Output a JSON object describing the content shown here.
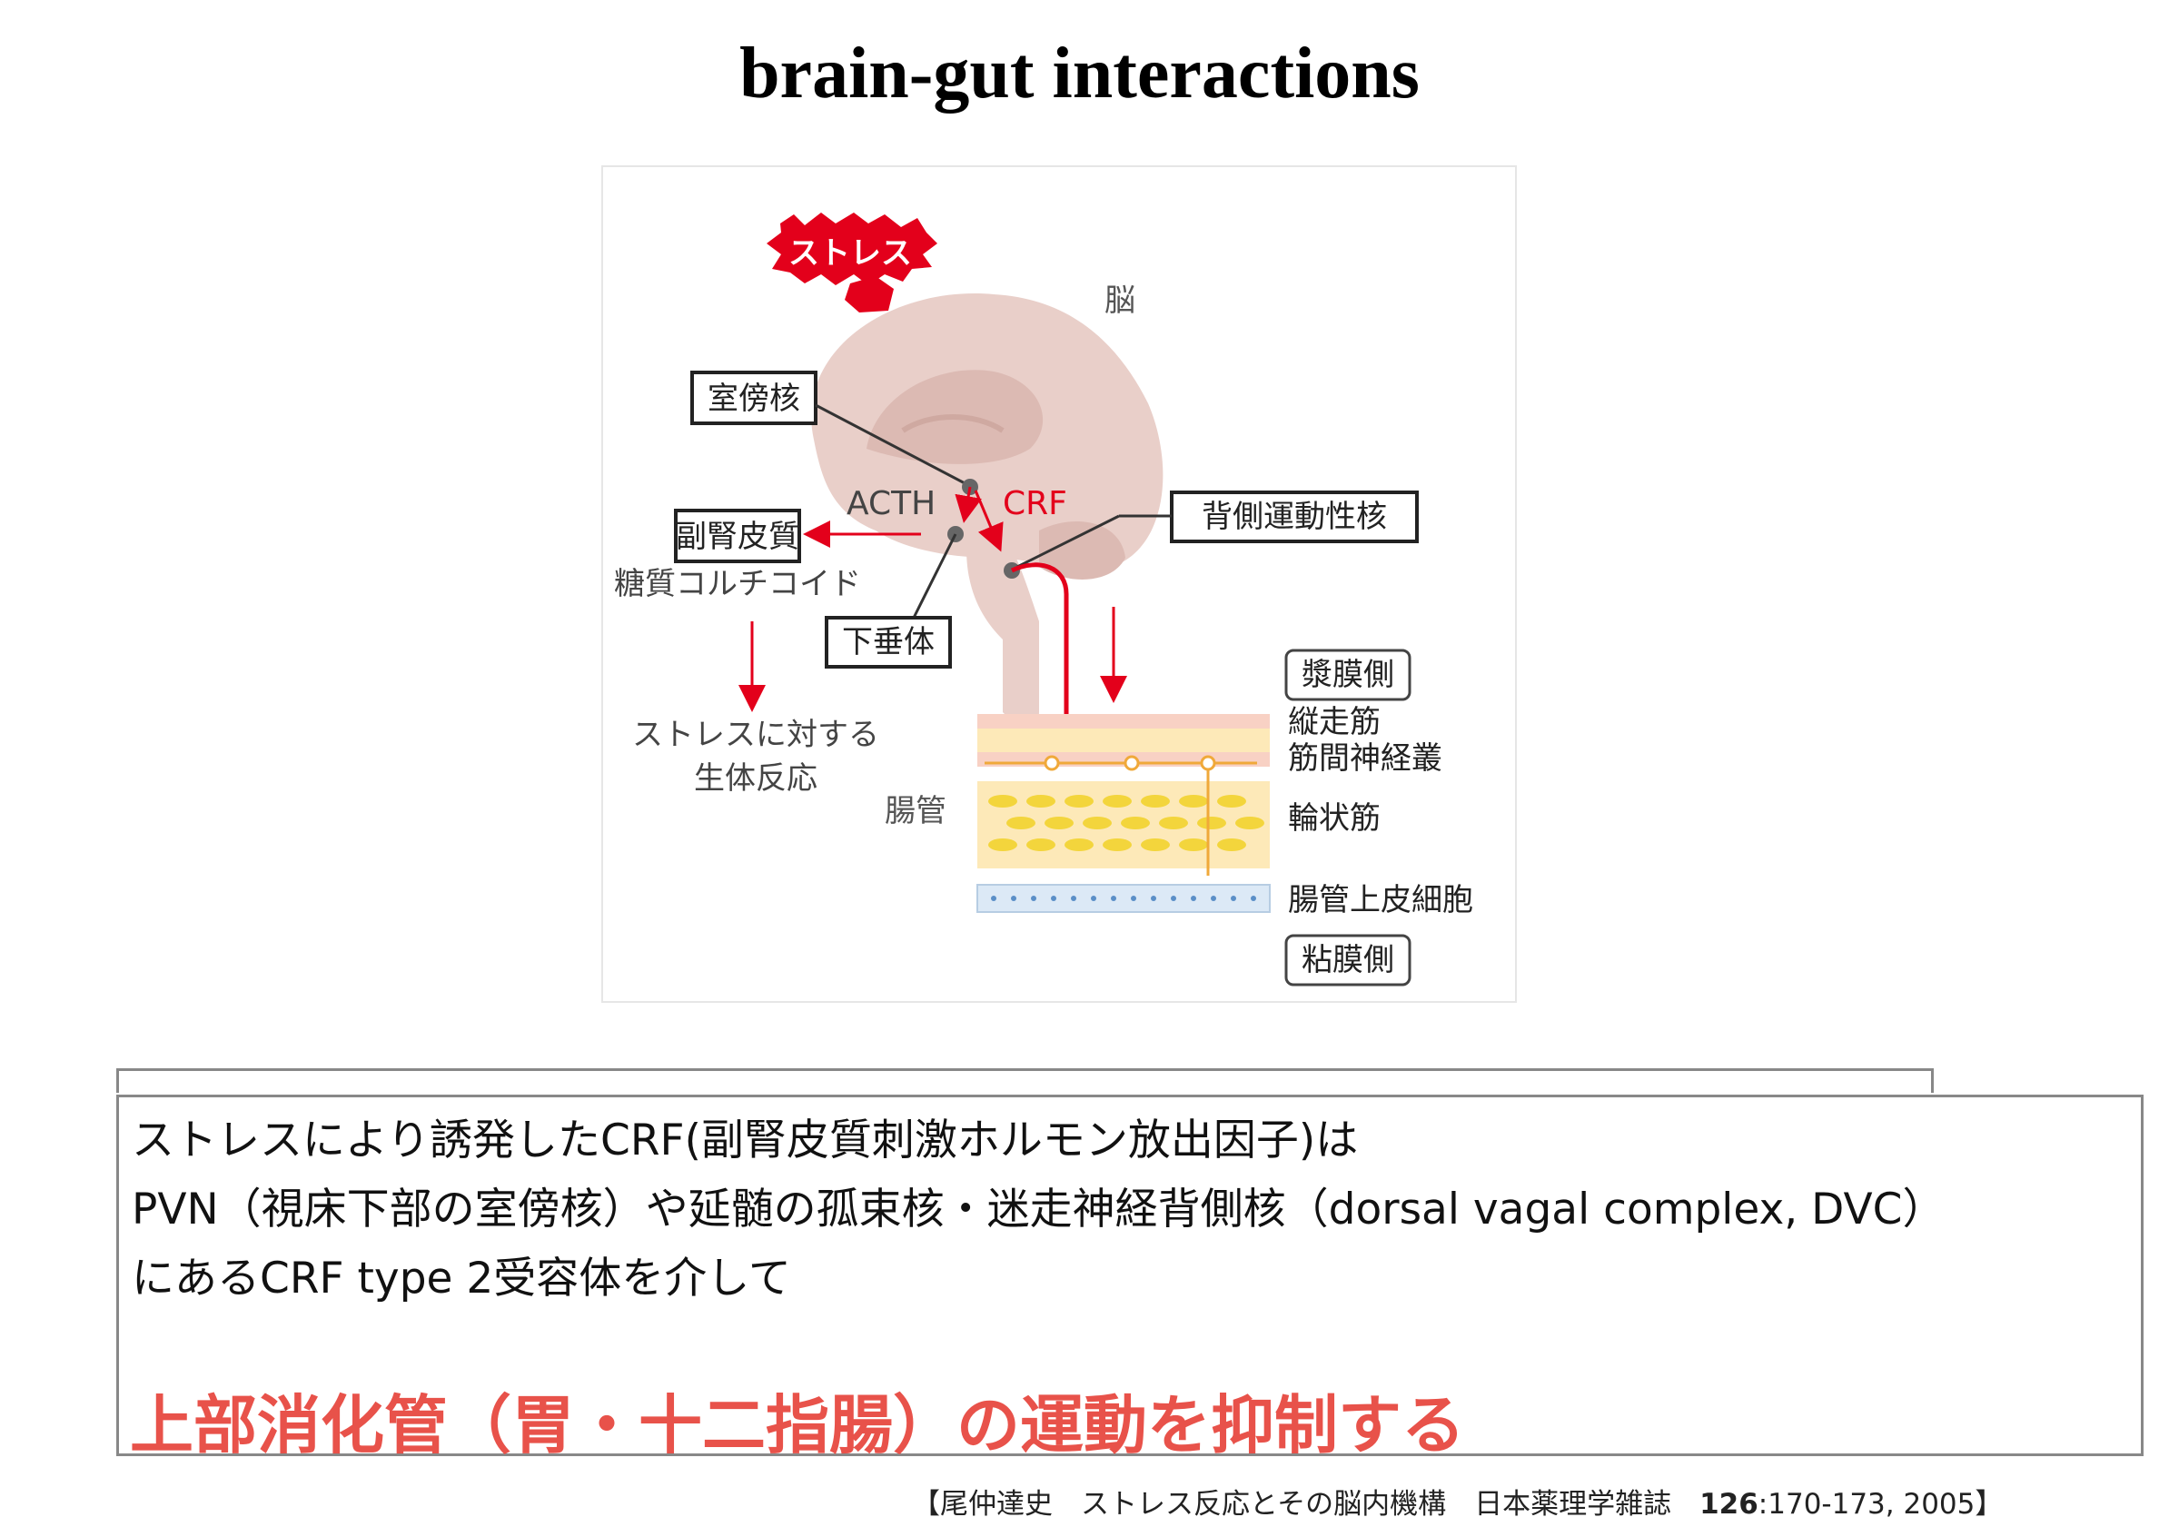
{
  "page": {
    "title": "brain-gut interactions"
  },
  "diagram": {
    "stress": "ストレス",
    "brain": "脳",
    "pvn": "室傍核",
    "acth": "ACTH",
    "crf": "CRF",
    "dmv": "背側運動性核",
    "adrenal_cortex": "副腎皮質",
    "glucocorticoid": "糖質コルチコイド",
    "pituitary": "下垂体",
    "response_line1": "ストレスに対する",
    "response_line2": "生体反応",
    "intestine": "腸管",
    "serosa": "漿膜側",
    "longitudinal_muscle": "縦走筋",
    "myenteric_plexus": "筋間神経叢",
    "circular_muscle": "輪状筋",
    "epithelium": "腸管上皮細胞",
    "mucosa": "粘膜側"
  },
  "textbox": {
    "line1": "ストレスにより誘発したCRF(副腎皮質刺激ホルモン放出因子)は",
    "line2": "PVN（視床下部の室傍核）や延髄の孤束核・迷走神経背側核（dorsal vagal complex, DVC）",
    "line3": "にあるCRF type 2受容体を介して",
    "emphasis": "上部消化管（胃・十二指腸）の運動を抑制する"
  },
  "citation": {
    "prefix": "【尾仲達史　ストレス反応とその脳内機構　日本薬理学雑誌　",
    "volume": "126",
    "suffix": ":170-173, 2005】"
  },
  "colors": {
    "accent_red": "#e8524a",
    "arrow_red": "#e3001b",
    "brain": "#e9cfc9"
  }
}
